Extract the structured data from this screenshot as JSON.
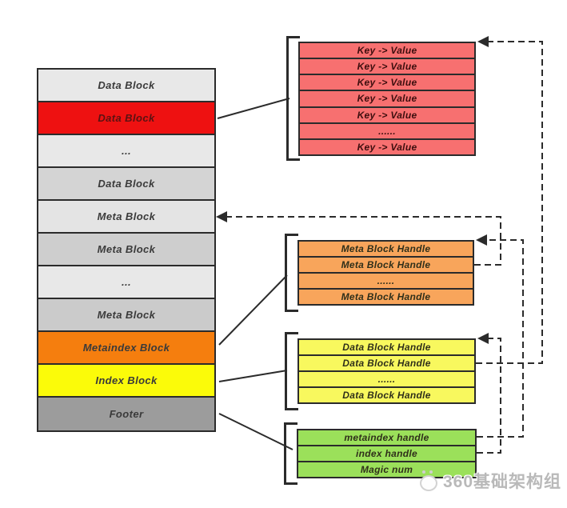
{
  "colors": {
    "gray_light": "#e8e8e8",
    "gray_mid": "#d4d4d4",
    "gray_dark": "#cbcbcb",
    "gray_footer": "#9c9c9c",
    "red_block": "#ee1111",
    "orange_block": "#f57e0e",
    "yellow_block": "#fbfb09",
    "salmon_group": "#f77070",
    "orange_group": "#f8a55b",
    "yellow_group": "#f8f85e",
    "green_group": "#9be05a",
    "line": "#2b2b2b"
  },
  "left_column": {
    "rows": [
      {
        "label": "Data Block",
        "bg": "#e8e8e8"
      },
      {
        "label": "Data Block",
        "bg": "#ee1111"
      },
      {
        "label": "...",
        "bg": "#e8e8e8"
      },
      {
        "label": "Data Block",
        "bg": "#d4d4d4"
      },
      {
        "label": "Meta Block",
        "bg": "#e4e4e4"
      },
      {
        "label": "Meta Block",
        "bg": "#cecece"
      },
      {
        "label": "...",
        "bg": "#e8e8e8"
      },
      {
        "label": "Meta Block",
        "bg": "#cbcbcb"
      },
      {
        "label": "Metaindex Block",
        "bg": "#f57e0e"
      },
      {
        "label": "Index Block",
        "bg": "#fbfb09"
      },
      {
        "label": "Footer",
        "bg": "#9c9c9c"
      }
    ]
  },
  "detail_groups": {
    "data_block": {
      "bg": "#f77070",
      "rows": [
        {
          "label": "Key -> Value"
        },
        {
          "label": "Key -> Value"
        },
        {
          "label": "Key -> Value"
        },
        {
          "label": "Key -> Value"
        },
        {
          "label": "Key -> Value"
        },
        {
          "label": "......"
        },
        {
          "label": "Key -> Value"
        }
      ]
    },
    "metaindex": {
      "bg": "#f8a55b",
      "rows": [
        {
          "label": "Meta Block Handle"
        },
        {
          "label": "Meta Block Handle"
        },
        {
          "label": "......"
        },
        {
          "label": "Meta Block Handle"
        }
      ]
    },
    "index": {
      "bg": "#f8f85e",
      "rows": [
        {
          "label": "Data Block Handle"
        },
        {
          "label": "Data Block Handle"
        },
        {
          "label": "......"
        },
        {
          "label": "Data Block Handle"
        }
      ]
    },
    "footer": {
      "bg": "#9be05a",
      "rows": [
        {
          "label": "metaindex handle"
        },
        {
          "label": "index handle"
        },
        {
          "label": "Magic num"
        }
      ]
    }
  },
  "connections": [
    {
      "from": "Data Block (red)",
      "to": "Key -> Value list",
      "style": "solid"
    },
    {
      "from": "Metaindex Block",
      "to": "Meta Block Handle list",
      "style": "solid"
    },
    {
      "from": "Index Block",
      "to": "Data Block Handle list",
      "style": "solid"
    },
    {
      "from": "Footer",
      "to": "footer handle list",
      "style": "solid"
    },
    {
      "from": "Meta Block Handle",
      "to": "Meta Block",
      "style": "dashed-arrow"
    },
    {
      "from": "Data Block Handle",
      "to": "Key -> Value list",
      "style": "dashed-arrow"
    },
    {
      "from": "metaindex handle",
      "to": "Meta Block Handle list",
      "style": "dashed-arrow"
    },
    {
      "from": "index handle",
      "to": "Data Block Handle list",
      "style": "dashed-arrow"
    }
  ],
  "watermark": {
    "text": "360基础架构组"
  }
}
